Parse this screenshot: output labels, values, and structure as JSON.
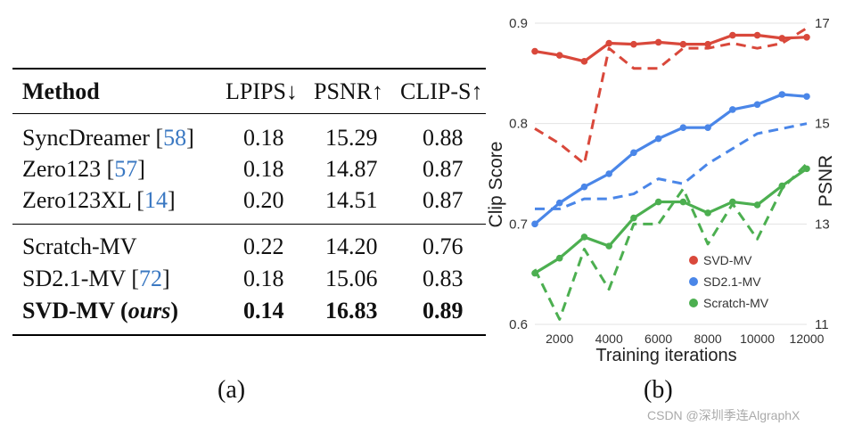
{
  "table": {
    "headers": [
      "Method",
      "LPIPS↓",
      "PSNR↑",
      "CLIP-S↑"
    ],
    "group1": [
      {
        "method": "SyncDreamer",
        "ref": "58",
        "lpips": "0.18",
        "psnr": "15.29",
        "clip": "0.88"
      },
      {
        "method": "Zero123",
        "ref": "57",
        "lpips": "0.18",
        "psnr": "14.87",
        "clip": "0.87"
      },
      {
        "method": "Zero123XL",
        "ref": "14",
        "lpips": "0.20",
        "psnr": "14.51",
        "clip": "0.87"
      }
    ],
    "group2": [
      {
        "method": "Scratch-MV",
        "ref": "",
        "lpips": "0.22",
        "psnr": "14.20",
        "clip": "0.76"
      },
      {
        "method": "SD2.1-MV",
        "ref": "72",
        "lpips": "0.18",
        "psnr": "15.06",
        "clip": "0.83"
      }
    ],
    "best": {
      "method": "SVD-MV",
      "ours": "ours",
      "lpips": "0.14",
      "psnr": "16.83",
      "clip": "0.89"
    }
  },
  "captions": {
    "a": "(a)",
    "b": "(b)"
  },
  "watermark": "CSDN @深圳季连AlgraphX",
  "chart_data": {
    "type": "line",
    "x": [
      1000,
      2000,
      3000,
      4000,
      5000,
      6000,
      7000,
      8000,
      9000,
      10000,
      11000,
      12000
    ],
    "xlabel": "Training iterations",
    "ylabel": "Clip Score",
    "y2label": "PSNR",
    "xticks": [
      2000,
      4000,
      6000,
      8000,
      10000,
      12000
    ],
    "yticks": [
      0.6,
      0.7,
      0.8,
      0.9
    ],
    "y2ticks": [
      11,
      13,
      15,
      17
    ],
    "ylim": [
      0.6,
      0.9
    ],
    "y2lim": [
      11,
      17
    ],
    "grid": "horizontal",
    "legend_position": "bottom-right",
    "colors": {
      "SVD-MV": "#d9483b",
      "SD2.1-MV": "#4a86e8",
      "Scratch-MV": "#4caf50"
    },
    "series": [
      {
        "name": "SVD-MV",
        "axis": "left",
        "style": "solid",
        "values": [
          0.872,
          0.868,
          0.862,
          0.88,
          0.879,
          0.881,
          0.879,
          0.879,
          0.888,
          0.888,
          0.885,
          0.886
        ]
      },
      {
        "name": "SD2.1-MV",
        "axis": "left",
        "style": "solid",
        "values": [
          0.7,
          0.721,
          0.737,
          0.75,
          0.771,
          0.785,
          0.796,
          0.796,
          0.814,
          0.819,
          0.829,
          0.827
        ]
      },
      {
        "name": "Scratch-MV",
        "axis": "left",
        "style": "solid",
        "values": [
          0.651,
          0.666,
          0.687,
          0.678,
          0.706,
          0.722,
          0.722,
          0.711,
          0.722,
          0.719,
          0.738,
          0.755
        ]
      },
      {
        "name": "SVD-MV",
        "axis": "right",
        "style": "dashed",
        "values": [
          14.9,
          14.6,
          14.2,
          16.5,
          16.1,
          16.1,
          16.5,
          16.5,
          16.6,
          16.5,
          16.6,
          16.9
        ]
      },
      {
        "name": "SD2.1-MV",
        "axis": "right",
        "style": "dashed",
        "values": [
          13.3,
          13.3,
          13.5,
          13.5,
          13.6,
          13.9,
          13.8,
          14.2,
          14.5,
          14.8,
          14.9,
          15.0
        ]
      },
      {
        "name": "Scratch-MV",
        "axis": "right",
        "style": "dashed",
        "values": [
          12.1,
          11.1,
          12.5,
          11.7,
          13.0,
          13.0,
          13.7,
          12.6,
          13.4,
          12.7,
          13.7,
          14.2
        ]
      }
    ]
  }
}
